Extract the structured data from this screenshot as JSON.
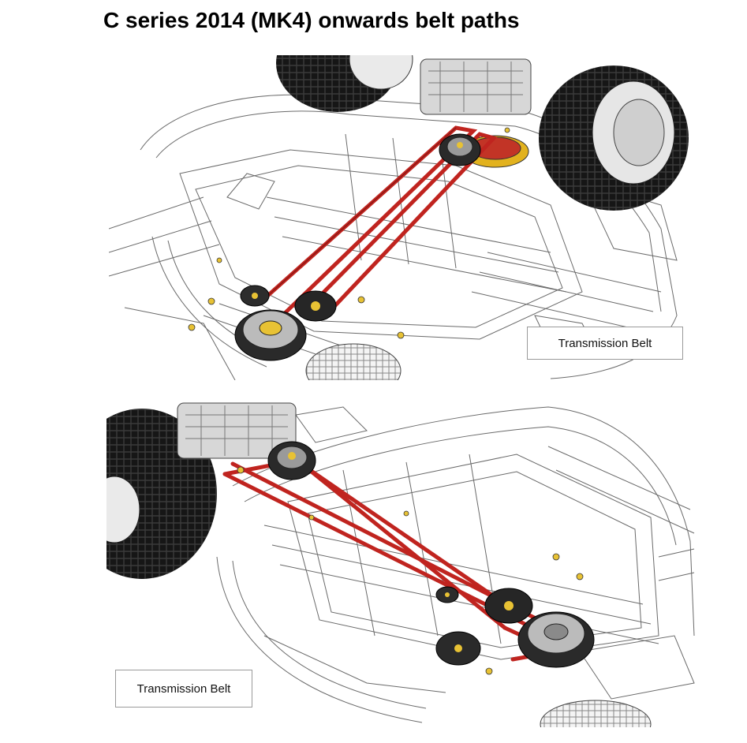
{
  "document": {
    "title": "C series 2014 (MK4) onwards belt paths"
  },
  "diagrams": [
    {
      "label": "Transmission Belt"
    },
    {
      "label": "Transmission Belt"
    }
  ],
  "colors": {
    "belt": "#c0241f",
    "tyre": "#141414",
    "line": "#555555"
  }
}
